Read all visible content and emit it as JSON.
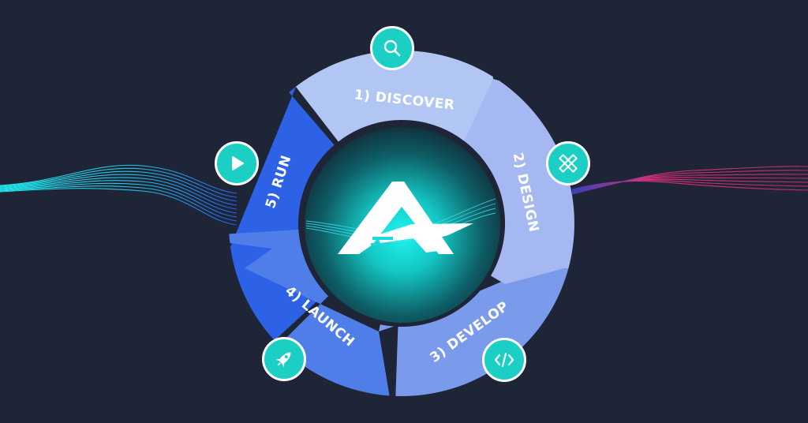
{
  "diagram": {
    "type": "cycle",
    "center_logo": "rocket-a-logo",
    "colors": {
      "background": "#1e2536",
      "badge": "#1ccfc4",
      "badge_border": "#ffffff",
      "wave_left": "#22d3ee",
      "wave_right": "#e0307a",
      "center_glow": "#17e6e0"
    },
    "stages": [
      {
        "label": "1) DISCOVER",
        "icon": "search-icon",
        "color": "#b2c6f3"
      },
      {
        "label": "2) DESIGN",
        "icon": "pencil-ruler-icon",
        "color": "#a5b8f2"
      },
      {
        "label": "3) DEVELOP",
        "icon": "code-icon",
        "color": "#7a9aeb"
      },
      {
        "label": "4) LAUNCH",
        "icon": "rocket-icon",
        "color": "#4f7ee8"
      },
      {
        "label": "5) RUN",
        "icon": "play-icon",
        "color": "#2d62e6"
      }
    ]
  }
}
